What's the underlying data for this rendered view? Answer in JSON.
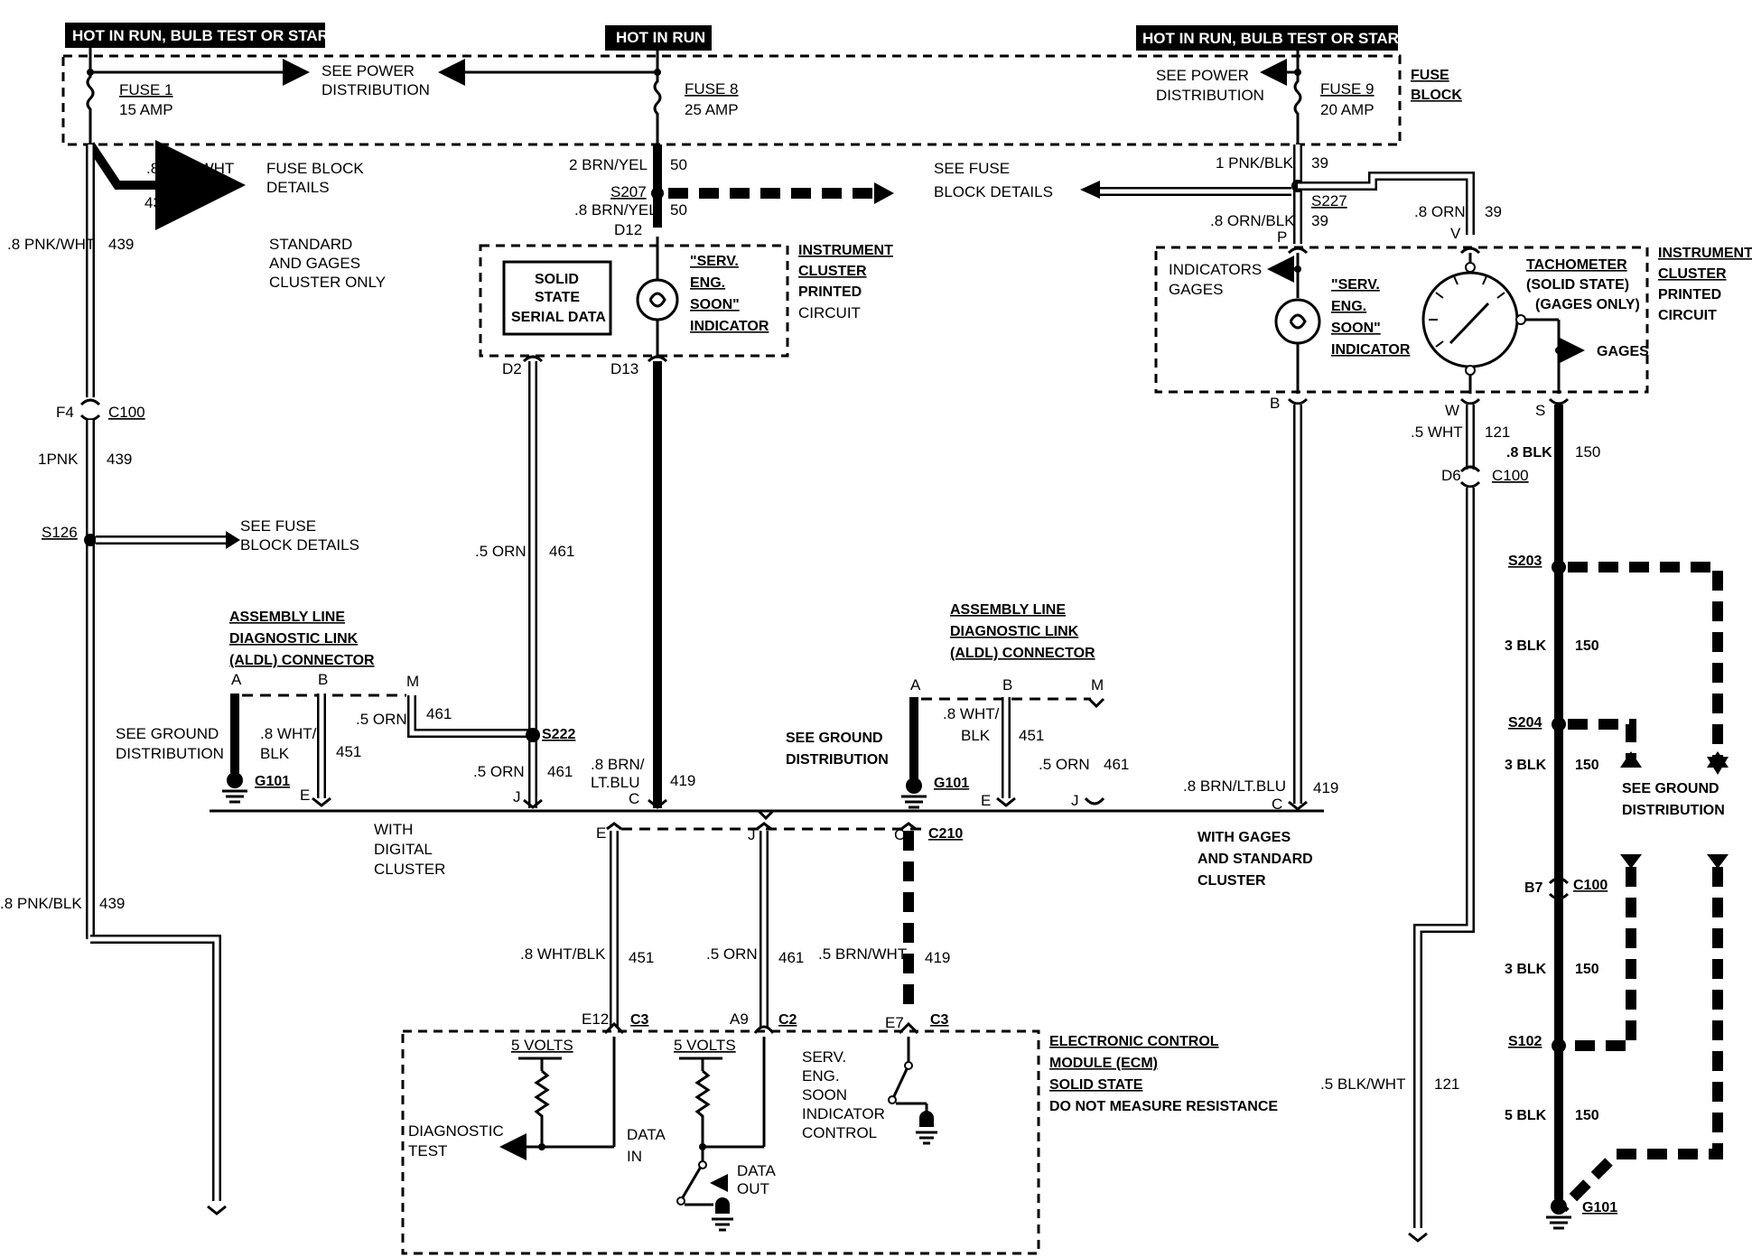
{
  "headers": {
    "left": "HOT IN RUN, BULB TEST OR START",
    "center": "HOT IN RUN",
    "right": "HOT IN RUN, BULB TEST OR START"
  },
  "fuse_block": {
    "label_1": "FUSE",
    "label_2": "BLOCK",
    "fuse1_name": "FUSE 1",
    "fuse1_rating": "15 AMP",
    "fuse8_name": "FUSE 8",
    "fuse8_rating": "25 AMP",
    "fuse9_name": "FUSE 9",
    "fuse9_rating": "20 AMP",
    "see_power_1": "SEE POWER",
    "see_power_2": "DISTRIBUTION"
  },
  "left_branch": {
    "wire_a": ".8 PNK/WHT",
    "circuit_a": "439",
    "fuse_block_details_1": "FUSE BLOCK",
    "fuse_block_details_2": "DETAILS",
    "wire_b": ".8 PNK/WHT",
    "circuit_b": "439",
    "standard_1": "STANDARD",
    "standard_2": "AND GAGES",
    "standard_3": "CLUSTER ONLY",
    "conn_f4": "F4",
    "conn_c100": "C100",
    "wire_c": "1PNK",
    "circuit_c": "439",
    "splice_s126": "S126",
    "see_fuse_1": "SEE FUSE",
    "see_fuse_2": "BLOCK DETAILS",
    "wire_d": ".8 PNK/BLK",
    "circuit_d": "439"
  },
  "center_branch": {
    "wire_a": "2 BRN/YEL",
    "circuit_a": "50",
    "splice_s207": "S207",
    "wire_b": ".8 BRN/YEL",
    "circuit_b": "50",
    "d12": "D12",
    "see_fuse_1": "SEE FUSE",
    "see_fuse_2": "BLOCK DETAILS",
    "solid_state_1": "SOLID",
    "solid_state_2": "STATE",
    "solid_state_3": "SERIAL DATA",
    "ses_1": "\"SERV.",
    "ses_2": "ENG.",
    "ses_3": "SOON\"",
    "ses_4": "INDICATOR",
    "ic_1": "INSTRUMENT",
    "ic_2": "CLUSTER",
    "ic_3": "PRINTED",
    "ic_4": "CIRCUIT",
    "d2": "D2",
    "d13": "D13",
    "wire_orn": ".5 ORN",
    "circuit_orn": "461"
  },
  "right_branch": {
    "wire_a": "1 PNK/BLK",
    "circuit_a": "39",
    "splice_s227": "S227",
    "wire_b": ".8 ORN/BLK",
    "circuit_b": "39",
    "p": "P",
    "wire_c": ".8 ORN",
    "circuit_c": "39",
    "v": "V",
    "indicators": "INDICATORS",
    "gages": "GAGES",
    "ses_1": "\"SERV.",
    "ses_2": "ENG.",
    "ses_3": "SOON\"",
    "ses_4": "INDICATOR",
    "tach_1": "TACHOMETER",
    "tach_2": "(SOLID STATE)",
    "tach_3": "(GAGES ONLY)",
    "gages_arrow": "GAGES",
    "ic_1": "INSTRUMENT",
    "ic_2": "CLUSTER",
    "ic_3": "PRINTED",
    "ic_4": "CIRCUIT",
    "b": "B",
    "w": "W",
    "s": "S",
    "wire_wht": ".5 WHT",
    "circuit_wht": "121",
    "wire_blk8": ".8 BLK",
    "circuit_blk8": "150",
    "d6": "D6",
    "c100": "C100",
    "s203": "S203",
    "wire_3blk_a": "3 BLK",
    "circuit_3blk_a": "150",
    "s204": "S204",
    "wire_3blk_b": "3 BLK",
    "circuit_3blk_b": "150",
    "see_ground_1": "SEE GROUND",
    "see_ground_2": "DISTRIBUTION",
    "b7": "B7",
    "c100b": "C100",
    "wire_3blk_c": "3 BLK",
    "circuit_3blk_c": "150",
    "s102": "S102",
    "wire_blkwht": ".5 BLK/WHT",
    "circuit_blkwht": "121",
    "wire_5blk": "5 BLK",
    "circuit_5blk": "150",
    "g101": "G101"
  },
  "aldl_left": {
    "title_1": "ASSEMBLY LINE",
    "title_2": "DIAGNOSTIC LINK",
    "title_3": "(ALDL) CONNECTOR",
    "pin_a": "A",
    "pin_b": "B",
    "pin_m": "M",
    "wire_orn": ".5 ORN",
    "circuit_orn": "461",
    "s222": "S222",
    "see_ground_1": "SEE GROUND",
    "see_ground_2": "DISTRIBUTION",
    "wire_wht": ".8 WHT/",
    "wire_wht2": "BLK",
    "circuit_wht": "451",
    "g101": "G101",
    "pin_e": "E",
    "wire_orn2": ".5 ORN",
    "circuit_orn2": "461",
    "pin_j": "J",
    "wire_brn": ".8 BRN/",
    "wire_brn2": "LT.BLU",
    "circuit_brn": "419",
    "pin_c": "C",
    "with_digital_1": "WITH",
    "with_digital_2": "DIGITAL",
    "with_digital_3": "CLUSTER"
  },
  "aldl_right": {
    "title_1": "ASSEMBLY LINE",
    "title_2": "DIAGNOSTIC LINK",
    "title_3": "(ALDL) CONNECTOR",
    "pin_a": "A",
    "pin_b": "B",
    "pin_m": "M",
    "see_ground_1": "SEE GROUND",
    "see_ground_2": "DISTRIBUTION",
    "wire_wht": ".8  WHT/",
    "wire_wht2": "BLK",
    "circuit_wht": "451",
    "g101": "G101",
    "pin_e": "E",
    "wire_orn": ".5 ORN",
    "circuit_orn": "461",
    "pin_j": "J",
    "wire_brn": ".8 BRN/LT.BLU",
    "circuit_brn": "419",
    "pin_c": "C",
    "with_gages_1": "WITH GAGES",
    "with_gages_2": "AND STANDARD",
    "with_gages_3": "CLUSTER"
  },
  "c210": {
    "pin_e": "E",
    "pin_j": "J",
    "pin_c": "C",
    "label": "C210",
    "wire_wht": ".8 WHT/BLK",
    "circuit_wht": "451",
    "wire_orn": ".5 ORN",
    "circuit_orn": "461",
    "wire_brn": ".5 BRN/WHT",
    "circuit_brn": "419"
  },
  "ecm": {
    "e12": "E12",
    "c3a": "C3",
    "a9": "A9",
    "c2": "C2",
    "e7": "E7",
    "c3b": "C3",
    "volts_a": "5 VOLTS",
    "volts_b": "5 VOLTS",
    "diag_1": "DIAGNOSTIC",
    "diag_2": "TEST",
    "data_in_1": "DATA",
    "data_in_2": "IN",
    "data_out_1": "DATA",
    "data_out_2": "OUT",
    "ses_1": "SERV.",
    "ses_2": "ENG.",
    "ses_3": "SOON",
    "ses_4": "INDICATOR",
    "ses_5": "CONTROL",
    "title_1": "ELECTRONIC CONTROL",
    "title_2": "MODULE (ECM)",
    "title_3": "SOLID STATE",
    "title_4": "DO NOT MEASURE RESISTANCE"
  }
}
